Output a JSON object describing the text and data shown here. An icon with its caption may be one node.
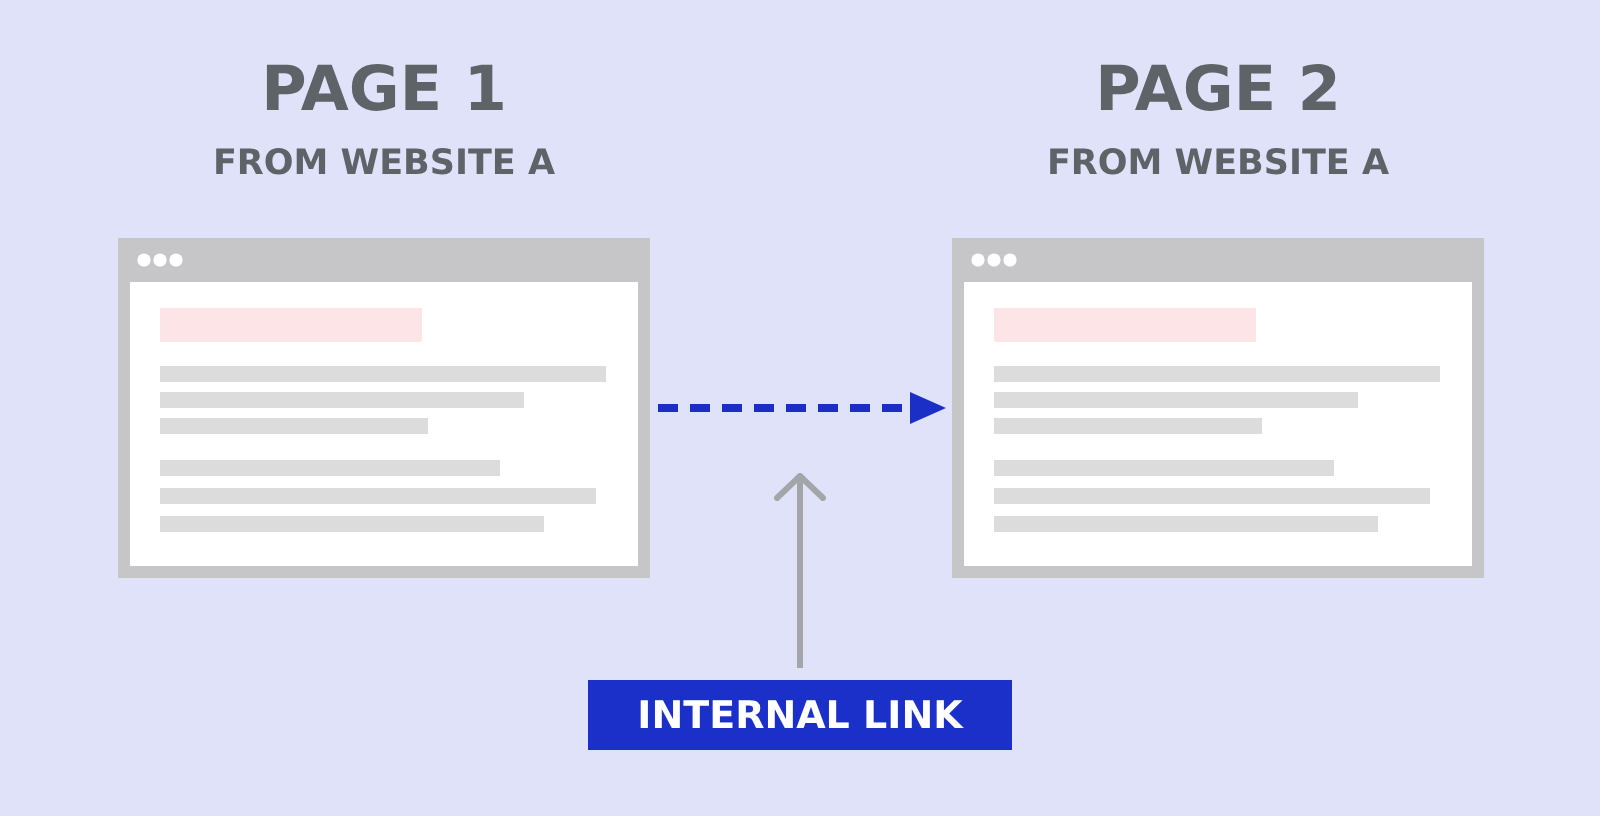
{
  "diagram": {
    "nodes": [
      {
        "text": [
          "PAGE 1",
          "FROM WEBSITE A"
        ]
      },
      {
        "text": [
          "PAGE 2",
          "FROM WEBSITE A"
        ]
      },
      {
        "text": [
          "INTERNAL LINK"
        ]
      }
    ],
    "edges": [
      {
        "from": 0,
        "to": 1,
        "arrow": "to",
        "style": "dashed",
        "color": "#1b2fc6"
      },
      {
        "from": 2,
        "to": null,
        "arrow": "to",
        "color": "#a3a5a8"
      }
    ]
  }
}
